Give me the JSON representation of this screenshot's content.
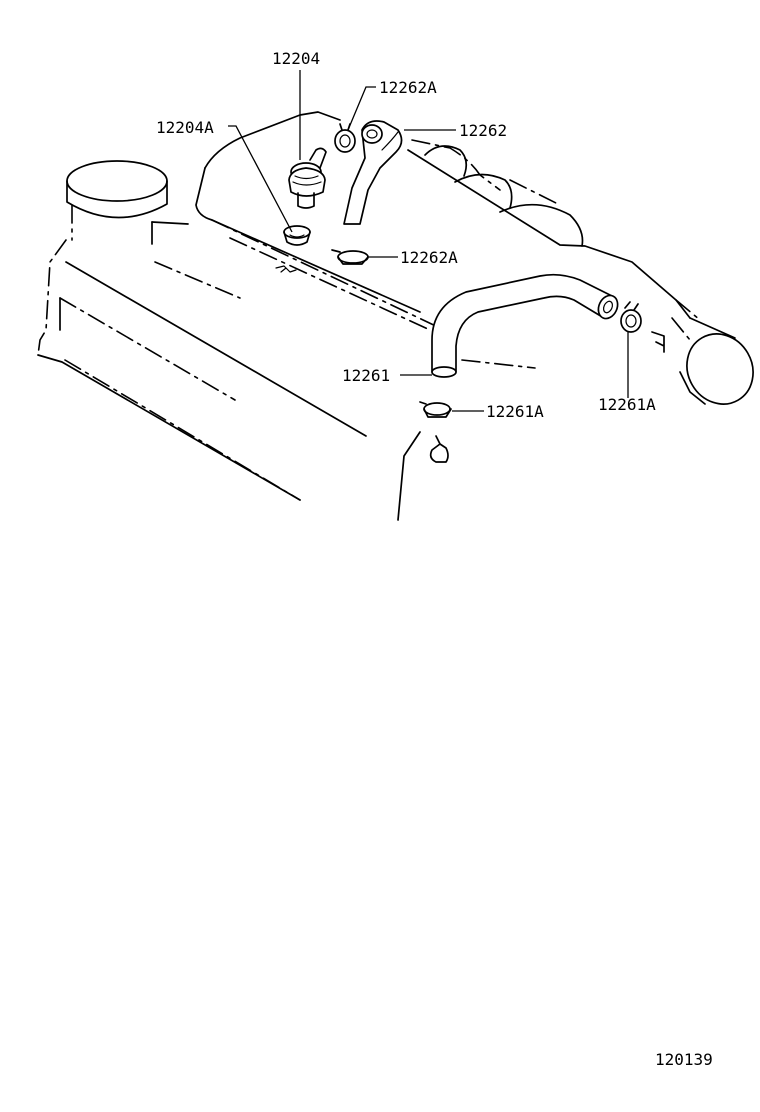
{
  "callouts": {
    "valve": "12204",
    "valve_grommet": "12204A",
    "hose_upper_clamp_top": "12262A",
    "hose_upper": "12262",
    "hose_upper_clamp_bottom": "12262A",
    "hose_lower": "12261",
    "hose_lower_clamp_left": "12261A",
    "hose_lower_clamp_right": "12261A"
  },
  "figure_number": "120139"
}
